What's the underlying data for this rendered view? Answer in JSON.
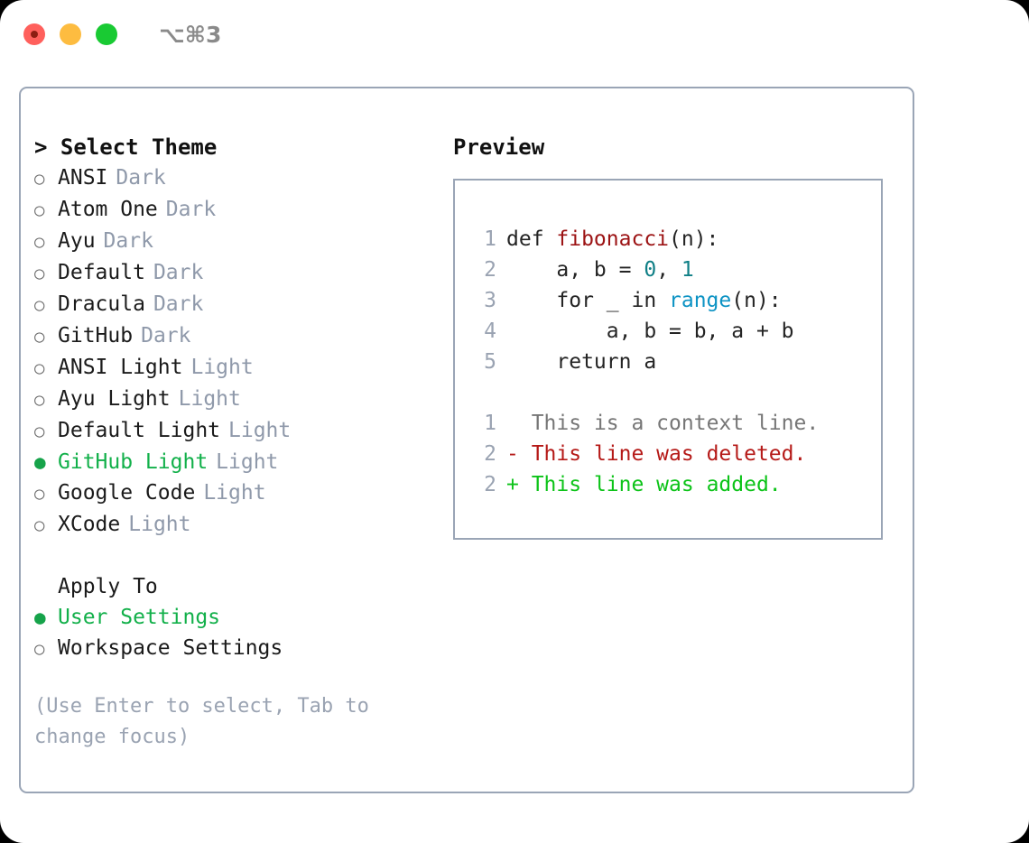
{
  "window": {
    "title": "⌥⌘3",
    "traffic_lights": [
      {
        "name": "close",
        "color": "#ff605c"
      },
      {
        "name": "minimize",
        "color": "#fdbc40"
      },
      {
        "name": "zoom",
        "color": "#19ca33"
      }
    ]
  },
  "theme_picker": {
    "heading": "> Select Theme",
    "items": [
      {
        "label": "ANSI",
        "badge": "Dark",
        "selected": false,
        "bullet": "○"
      },
      {
        "label": "Atom One",
        "badge": "Dark",
        "selected": false,
        "bullet": "○"
      },
      {
        "label": "Ayu",
        "badge": "Dark",
        "selected": false,
        "bullet": "○"
      },
      {
        "label": "Default",
        "badge": "Dark",
        "selected": false,
        "bullet": "○"
      },
      {
        "label": "Dracula",
        "badge": "Dark",
        "selected": false,
        "bullet": "○"
      },
      {
        "label": "GitHub",
        "badge": "Dark",
        "selected": false,
        "bullet": "○"
      },
      {
        "label": "ANSI Light",
        "badge": "Light",
        "selected": false,
        "bullet": "○"
      },
      {
        "label": "Ayu Light",
        "badge": "Light",
        "selected": false,
        "bullet": "○"
      },
      {
        "label": "Default Light",
        "badge": "Light",
        "selected": false,
        "bullet": "○"
      },
      {
        "label": "GitHub Light",
        "badge": "Light",
        "selected": true,
        "bullet": "●"
      },
      {
        "label": "Google Code",
        "badge": "Light",
        "selected": false,
        "bullet": "○"
      },
      {
        "label": "XCode",
        "badge": "Light",
        "selected": false,
        "bullet": "○"
      }
    ]
  },
  "apply_to": {
    "heading": "Apply To",
    "items": [
      {
        "label": "User Settings",
        "selected": true,
        "bullet": "●"
      },
      {
        "label": "Workspace Settings",
        "selected": false,
        "bullet": "○"
      }
    ]
  },
  "hint": "(Use Enter to select, Tab to change focus)",
  "preview": {
    "heading": "Preview",
    "code_lines": [
      {
        "num": "1",
        "tokens": [
          {
            "text": "def ",
            "kind": "plain"
          },
          {
            "text": "fibonacci",
            "kind": "func"
          },
          {
            "text": "(n):",
            "kind": "plain"
          }
        ]
      },
      {
        "num": "2",
        "tokens": [
          {
            "text": "    a, b = ",
            "kind": "plain"
          },
          {
            "text": "0",
            "kind": "num"
          },
          {
            "text": ", ",
            "kind": "plain"
          },
          {
            "text": "1",
            "kind": "num"
          }
        ]
      },
      {
        "num": "3",
        "tokens": [
          {
            "text": "    for _ in ",
            "kind": "plain"
          },
          {
            "text": "range",
            "kind": "call"
          },
          {
            "text": "(n):",
            "kind": "plain"
          }
        ]
      },
      {
        "num": "4",
        "tokens": [
          {
            "text": "        a, b = b, a + b",
            "kind": "plain"
          }
        ]
      },
      {
        "num": "5",
        "tokens": [
          {
            "text": "    return a",
            "kind": "plain"
          }
        ]
      }
    ],
    "diff_lines": [
      {
        "num": "1",
        "marker": " ",
        "text": " This is a context line.",
        "kind": "context"
      },
      {
        "num": "2",
        "marker": "-",
        "text": " This line was deleted.",
        "kind": "deleted"
      },
      {
        "num": "2",
        "marker": "+",
        "text": " This line was added.",
        "kind": "added"
      }
    ]
  },
  "colors": {
    "accent_green": "#12b04a",
    "badge_muted": "#8f99aa",
    "border": "#9aa5b6",
    "func": "#9c1314",
    "number": "#0f7f86",
    "call": "#0d93c4",
    "diff_context": "#767676",
    "diff_deleted": "#b51917",
    "diff_added": "#0cc318"
  }
}
